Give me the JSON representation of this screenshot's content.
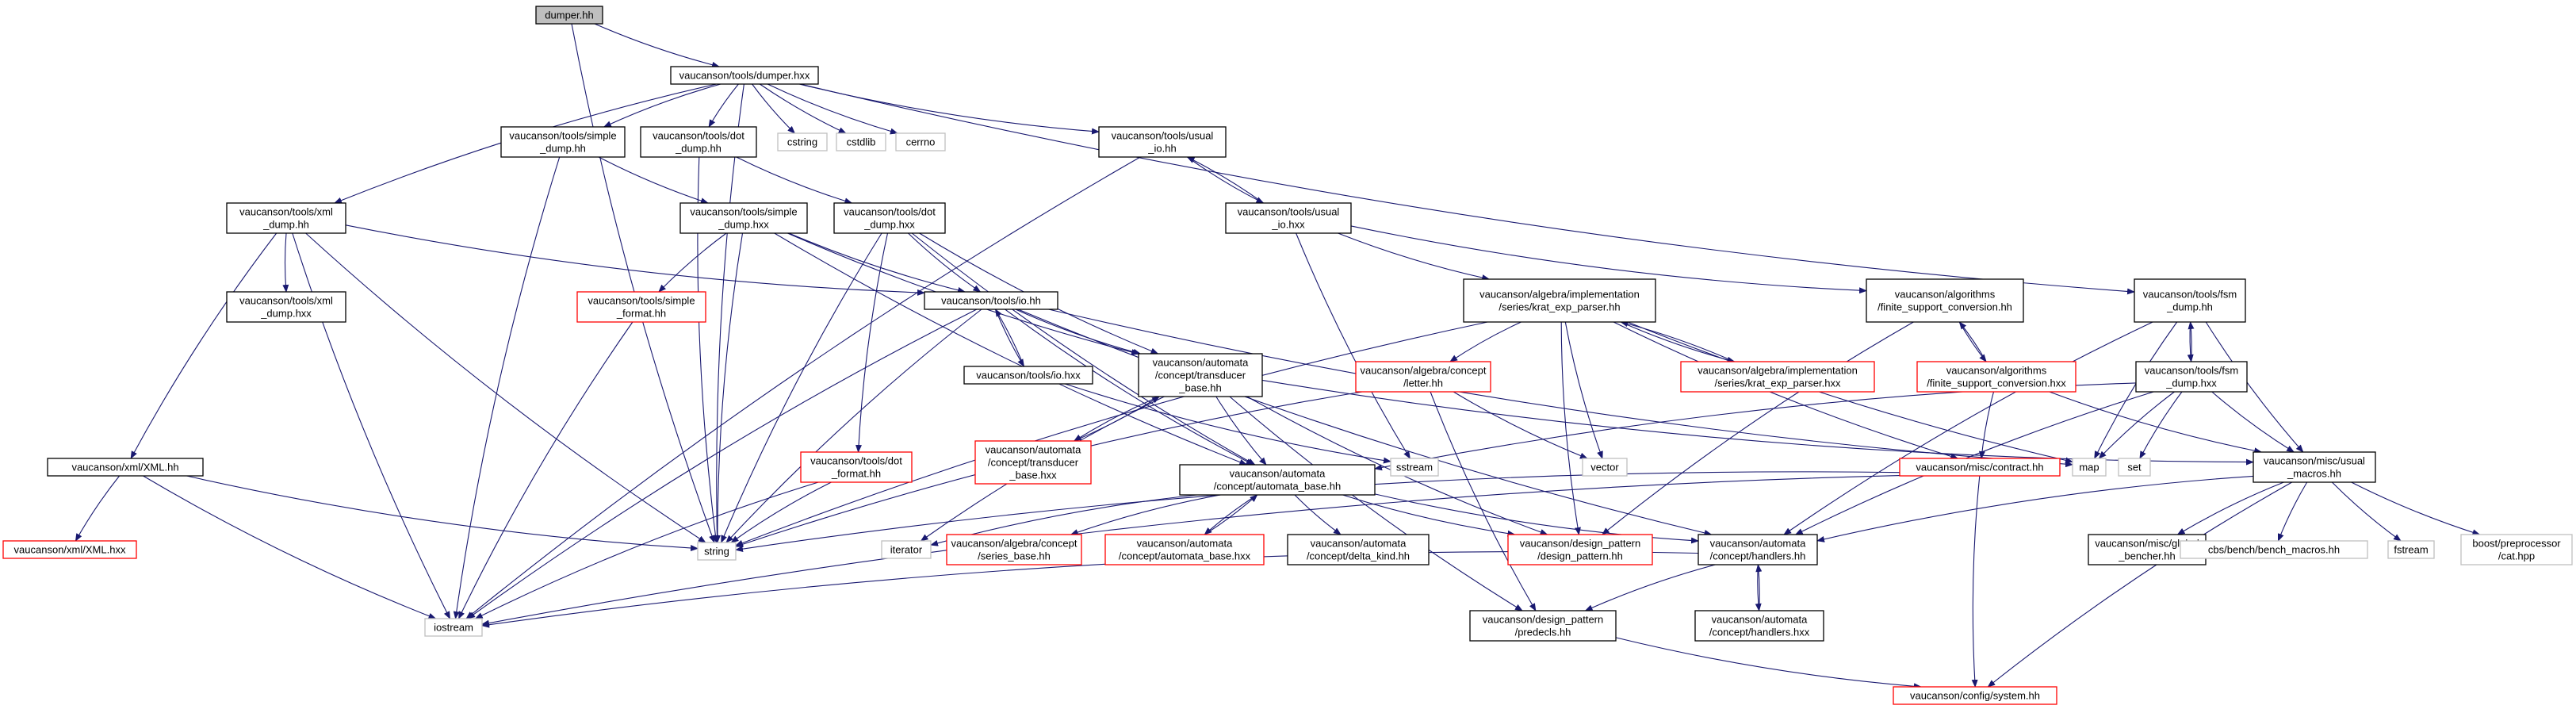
{
  "colors": {
    "edge": "#191970",
    "border_default": "#000000",
    "border_missing": "#ff0000",
    "border_system": "#bfbfbf",
    "fill_root": "#bfbfbf",
    "fill_default": "#ffffff"
  },
  "nodes": {
    "dumper_hh": {
      "lines": [
        "dumper.hh"
      ],
      "kind": "root"
    },
    "dumper_hxx": {
      "lines": [
        "vaucanson/tools/dumper.hxx"
      ],
      "kind": "normal"
    },
    "simple_dump_hh": {
      "lines": [
        "vaucanson/tools/simple",
        "_dump.hh"
      ],
      "kind": "normal"
    },
    "dot_dump_hh": {
      "lines": [
        "vaucanson/tools/dot",
        "_dump.hh"
      ],
      "kind": "normal"
    },
    "cstring": {
      "lines": [
        "cstring"
      ],
      "kind": "system"
    },
    "cstdlib": {
      "lines": [
        "cstdlib"
      ],
      "kind": "system"
    },
    "cerrno": {
      "lines": [
        "cerrno"
      ],
      "kind": "system"
    },
    "usual_io_hh": {
      "lines": [
        "vaucanson/tools/usual",
        "_io.hh"
      ],
      "kind": "normal"
    },
    "xml_dump_hh": {
      "lines": [
        "vaucanson/tools/xml",
        "_dump.hh"
      ],
      "kind": "normal"
    },
    "simple_dump_hxx": {
      "lines": [
        "vaucanson/tools/simple",
        "_dump.hxx"
      ],
      "kind": "normal"
    },
    "dot_dump_hxx": {
      "lines": [
        "vaucanson/tools/dot",
        "_dump.hxx"
      ],
      "kind": "normal"
    },
    "usual_io_hxx": {
      "lines": [
        "vaucanson/tools/usual",
        "_io.hxx"
      ],
      "kind": "normal"
    },
    "xml_dump_hxx": {
      "lines": [
        "vaucanson/tools/xml",
        "_dump.hxx"
      ],
      "kind": "normal"
    },
    "simple_format_hh": {
      "lines": [
        "vaucanson/tools/simple",
        "_format.hh"
      ],
      "kind": "missing"
    },
    "io_hh": {
      "lines": [
        "vaucanson/tools/io.hh"
      ],
      "kind": "normal"
    },
    "krat_exp_parser_hh": {
      "lines": [
        "vaucanson/algebra/implementation",
        "/series/krat_exp_parser.hh"
      ],
      "kind": "normal"
    },
    "finite_support_hh": {
      "lines": [
        "vaucanson/algorithms",
        "/finite_support_conversion.hh"
      ],
      "kind": "normal"
    },
    "fsm_dump_hh": {
      "lines": [
        "vaucanson/tools/fsm",
        "_dump.hh"
      ],
      "kind": "normal"
    },
    "io_hxx": {
      "lines": [
        "vaucanson/tools/io.hxx"
      ],
      "kind": "normal"
    },
    "transducer_base_hh": {
      "lines": [
        "vaucanson/automata",
        "/concept/transducer",
        "_base.hh"
      ],
      "kind": "normal"
    },
    "letter_hh": {
      "lines": [
        "vaucanson/algebra/concept",
        "/letter.hh"
      ],
      "kind": "missing"
    },
    "krat_exp_parser_hxx": {
      "lines": [
        "vaucanson/algebra/implementation",
        "/series/krat_exp_parser.hxx"
      ],
      "kind": "missing"
    },
    "finite_support_hxx": {
      "lines": [
        "vaucanson/algorithms",
        "/finite_support_conversion.hxx"
      ],
      "kind": "missing"
    },
    "fsm_dump_hxx": {
      "lines": [
        "vaucanson/tools/fsm",
        "_dump.hxx"
      ],
      "kind": "normal"
    },
    "transducer_base_hxx": {
      "lines": [
        "vaucanson/automata",
        "/concept/transducer",
        "_base.hxx"
      ],
      "kind": "missing"
    },
    "dot_format_hh": {
      "lines": [
        "vaucanson/tools/dot",
        "_format.hh"
      ],
      "kind": "missing"
    },
    "xml_hh": {
      "lines": [
        "vaucanson/xml/XML.hh"
      ],
      "kind": "normal"
    },
    "automata_base_hh": {
      "lines": [
        "vaucanson/automata",
        "/concept/automata_base.hh"
      ],
      "kind": "normal"
    },
    "sstream": {
      "lines": [
        "sstream"
      ],
      "kind": "system"
    },
    "vector": {
      "lines": [
        "vector"
      ],
      "kind": "system"
    },
    "contract_hh": {
      "lines": [
        "vaucanson/misc/contract.hh"
      ],
      "kind": "missing"
    },
    "map": {
      "lines": [
        "map"
      ],
      "kind": "system"
    },
    "set": {
      "lines": [
        "set"
      ],
      "kind": "system"
    },
    "usual_macros_hh": {
      "lines": [
        "vaucanson/misc/usual",
        "_macros.hh"
      ],
      "kind": "normal"
    },
    "xml_hxx": {
      "lines": [
        "vaucanson/xml/XML.hxx"
      ],
      "kind": "missing"
    },
    "string": {
      "lines": [
        "string"
      ],
      "kind": "system"
    },
    "iterator": {
      "lines": [
        "iterator"
      ],
      "kind": "system"
    },
    "series_base_hh": {
      "lines": [
        "vaucanson/algebra/concept",
        "/series_base.hh"
      ],
      "kind": "missing"
    },
    "automata_base_hxx": {
      "lines": [
        "vaucanson/automata",
        "/concept/automata_base.hxx"
      ],
      "kind": "missing"
    },
    "delta_kind_hh": {
      "lines": [
        "vaucanson/automata",
        "/concept/delta_kind.hh"
      ],
      "kind": "normal"
    },
    "design_pattern_hh": {
      "lines": [
        "vaucanson/design_pattern",
        "/design_pattern.hh"
      ],
      "kind": "missing"
    },
    "handlers_hh": {
      "lines": [
        "vaucanson/automata",
        "/concept/handlers.hh"
      ],
      "kind": "normal"
    },
    "global_bencher_hh": {
      "lines": [
        "vaucanson/misc/global",
        "_bencher.hh"
      ],
      "kind": "normal"
    },
    "bench_macros_hh": {
      "lines": [
        "cbs/bench/bench_macros.hh"
      ],
      "kind": "system"
    },
    "fstream": {
      "lines": [
        "fstream"
      ],
      "kind": "system"
    },
    "cat_hpp": {
      "lines": [
        "boost/preprocessor",
        "/cat.hpp"
      ],
      "kind": "system"
    },
    "iostream": {
      "lines": [
        "iostream"
      ],
      "kind": "system"
    },
    "predecls_hh": {
      "lines": [
        "vaucanson/design_pattern",
        "/predecls.hh"
      ],
      "kind": "normal"
    },
    "handlers_hxx": {
      "lines": [
        "vaucanson/automata",
        "/concept/handlers.hxx"
      ],
      "kind": "normal"
    },
    "system_hh": {
      "lines": [
        "vaucanson/config/system.hh"
      ],
      "kind": "missing"
    }
  },
  "edges": [
    [
      "dumper_hh",
      "dumper_hxx"
    ],
    [
      "dumper_hh",
      "string"
    ],
    [
      "dumper_hxx",
      "simple_dump_hh"
    ],
    [
      "dumper_hxx",
      "dot_dump_hh"
    ],
    [
      "dumper_hxx",
      "cstring"
    ],
    [
      "dumper_hxx",
      "cstdlib"
    ],
    [
      "dumper_hxx",
      "cerrno"
    ],
    [
      "dumper_hxx",
      "usual_io_hh"
    ],
    [
      "dumper_hxx",
      "xml_dump_hh"
    ],
    [
      "dumper_hxx",
      "fsm_dump_hh"
    ],
    [
      "dumper_hxx",
      "string"
    ],
    [
      "simple_dump_hh",
      "simple_dump_hxx"
    ],
    [
      "simple_dump_hh",
      "iostream"
    ],
    [
      "dot_dump_hh",
      "dot_dump_hxx"
    ],
    [
      "dot_dump_hh",
      "string"
    ],
    [
      "usual_io_hh",
      "usual_io_hxx"
    ],
    [
      "usual_io_hh",
      "iostream"
    ],
    [
      "usual_io_hxx",
      "usual_io_hh"
    ],
    [
      "usual_io_hxx",
      "krat_exp_parser_hh"
    ],
    [
      "usual_io_hxx",
      "finite_support_hh"
    ],
    [
      "usual_io_hxx",
      "sstream"
    ],
    [
      "xml_dump_hh",
      "xml_dump_hxx"
    ],
    [
      "xml_dump_hh",
      "io_hh"
    ],
    [
      "xml_dump_hh",
      "xml_hh"
    ],
    [
      "xml_dump_hh",
      "string"
    ],
    [
      "xml_dump_hh",
      "iostream"
    ],
    [
      "simple_dump_hxx",
      "simple_format_hh"
    ],
    [
      "simple_dump_hxx",
      "io_hh"
    ],
    [
      "simple_dump_hxx",
      "transducer_base_hh"
    ],
    [
      "simple_dump_hxx",
      "automata_base_hh"
    ],
    [
      "simple_dump_hxx",
      "string"
    ],
    [
      "simple_format_hh",
      "iostream"
    ],
    [
      "dot_dump_hxx",
      "io_hh"
    ],
    [
      "dot_dump_hxx",
      "dot_format_hh"
    ],
    [
      "dot_dump_hxx",
      "transducer_base_hh"
    ],
    [
      "dot_dump_hxx",
      "automata_base_hh"
    ],
    [
      "dot_dump_hxx",
      "string"
    ],
    [
      "dot_format_hh",
      "string"
    ],
    [
      "dot_format_hh",
      "iostream"
    ],
    [
      "io_hh",
      "io_hxx"
    ],
    [
      "io_hh",
      "transducer_base_hh"
    ],
    [
      "io_hh",
      "automata_base_hh"
    ],
    [
      "io_hh",
      "handlers_hh"
    ],
    [
      "io_hh",
      "string"
    ],
    [
      "io_hh",
      "iostream"
    ],
    [
      "io_hh",
      "map"
    ],
    [
      "io_hxx",
      "io_hh"
    ],
    [
      "io_hxx",
      "sstream"
    ],
    [
      "transducer_base_hh",
      "transducer_base_hxx"
    ],
    [
      "transducer_base_hh",
      "automata_base_hh"
    ],
    [
      "transducer_base_hh",
      "design_pattern_hh"
    ],
    [
      "transducer_base_hh",
      "predecls_hh"
    ],
    [
      "transducer_base_hh",
      "usual_macros_hh"
    ],
    [
      "transducer_base_hh",
      "iterator"
    ],
    [
      "transducer_base_hxx",
      "transducer_base_hh"
    ],
    [
      "automata_base_hh",
      "series_base_hh"
    ],
    [
      "automata_base_hh",
      "automata_base_hxx"
    ],
    [
      "automata_base_hh",
      "delta_kind_hh"
    ],
    [
      "automata_base_hh",
      "design_pattern_hh"
    ],
    [
      "automata_base_hh",
      "handlers_hh"
    ],
    [
      "automata_base_hh",
      "iterator"
    ],
    [
      "automata_base_hxx",
      "automata_base_hh"
    ],
    [
      "krat_exp_parser_hh",
      "letter_hh"
    ],
    [
      "krat_exp_parser_hh",
      "krat_exp_parser_hxx"
    ],
    [
      "krat_exp_parser_hh",
      "vector"
    ],
    [
      "krat_exp_parser_hh",
      "contract_hh"
    ],
    [
      "krat_exp_parser_hh",
      "design_pattern_hh"
    ],
    [
      "krat_exp_parser_hh",
      "string"
    ],
    [
      "krat_exp_parser_hh",
      "map"
    ],
    [
      "krat_exp_parser_hxx",
      "krat_exp_parser_hh"
    ],
    [
      "letter_hh",
      "predecls_hh"
    ],
    [
      "letter_hh",
      "string"
    ],
    [
      "letter_hh",
      "vector"
    ],
    [
      "finite_support_hh",
      "finite_support_hxx"
    ],
    [
      "finite_support_hh",
      "design_pattern_hh"
    ],
    [
      "finite_support_hxx",
      "finite_support_hh"
    ],
    [
      "finite_support_hxx",
      "contract_hh"
    ],
    [
      "finite_support_hxx",
      "usual_macros_hh"
    ],
    [
      "fsm_dump_hh",
      "fsm_dump_hxx"
    ],
    [
      "fsm_dump_hh",
      "map"
    ],
    [
      "fsm_dump_hh",
      "usual_macros_hh"
    ],
    [
      "fsm_dump_hh",
      "handlers_hh"
    ],
    [
      "fsm_dump_hxx",
      "fsm_dump_hh"
    ],
    [
      "fsm_dump_hxx",
      "automata_base_hh"
    ],
    [
      "fsm_dump_hxx",
      "map"
    ],
    [
      "fsm_dump_hxx",
      "set"
    ],
    [
      "fsm_dump_hxx",
      "usual_macros_hh"
    ],
    [
      "fsm_dump_hxx",
      "handlers_hh"
    ],
    [
      "xml_hh",
      "xml_hxx"
    ],
    [
      "xml_hh",
      "string"
    ],
    [
      "xml_hh",
      "iostream"
    ],
    [
      "contract_hh",
      "string"
    ],
    [
      "contract_hh",
      "iostream"
    ],
    [
      "contract_hh",
      "system_hh"
    ],
    [
      "usual_macros_hh",
      "global_bencher_hh"
    ],
    [
      "usual_macros_hh",
      "bench_macros_hh"
    ],
    [
      "usual_macros_hh",
      "fstream"
    ],
    [
      "usual_macros_hh",
      "cat_hpp"
    ],
    [
      "usual_macros_hh",
      "system_hh"
    ],
    [
      "usual_macros_hh",
      "handlers_hh"
    ],
    [
      "handlers_hh",
      "handlers_hxx"
    ],
    [
      "handlers_hh",
      "predecls_hh"
    ],
    [
      "handlers_hh",
      "iostream"
    ],
    [
      "handlers_hxx",
      "handlers_hh"
    ],
    [
      "predecls_hh",
      "system_hh"
    ]
  ]
}
